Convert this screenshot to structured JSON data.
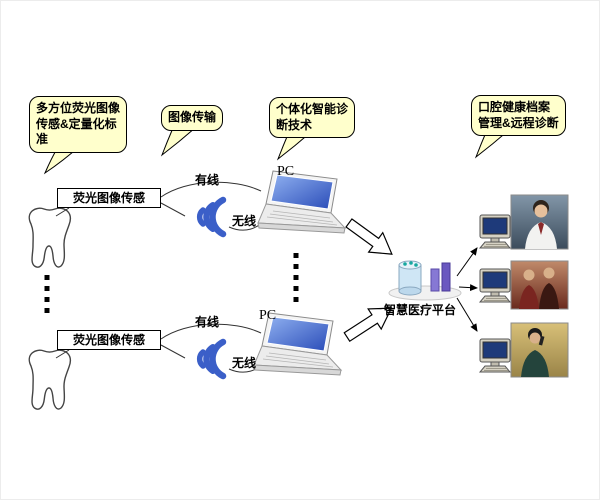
{
  "callouts": [
    {
      "text": "多方位荧光图像\n传感&定量化标\n准"
    },
    {
      "text": "图像传输"
    },
    {
      "text": "个体化智能诊\n断技术"
    },
    {
      "text": "口腔健康档案\n管理&远程诊断"
    }
  ],
  "chains": [
    {
      "sensor": "荧光图像传感",
      "wired": "有线",
      "wireless": "无线",
      "pc": "PC"
    },
    {
      "sensor": "荧光图像传感",
      "wired": "有线",
      "wireless": "无线",
      "pc": "PC"
    }
  ],
  "platform": {
    "label": "智慧医疗平台"
  },
  "icons": {
    "tooth": "tooth-icon",
    "wireless": "wireless-signal-icon",
    "laptop": "laptop-icon",
    "desktop": "desktop-computer-icon",
    "platform": "smart-platform-icon"
  },
  "colors": {
    "callout_bg": "#ffffcc",
    "signal_blue": "#3b5fc8",
    "laptop_screen_blue": "#3f63cf",
    "platform_cylinder": "#cfe6f5",
    "platform_bars": "#6a58c0"
  }
}
